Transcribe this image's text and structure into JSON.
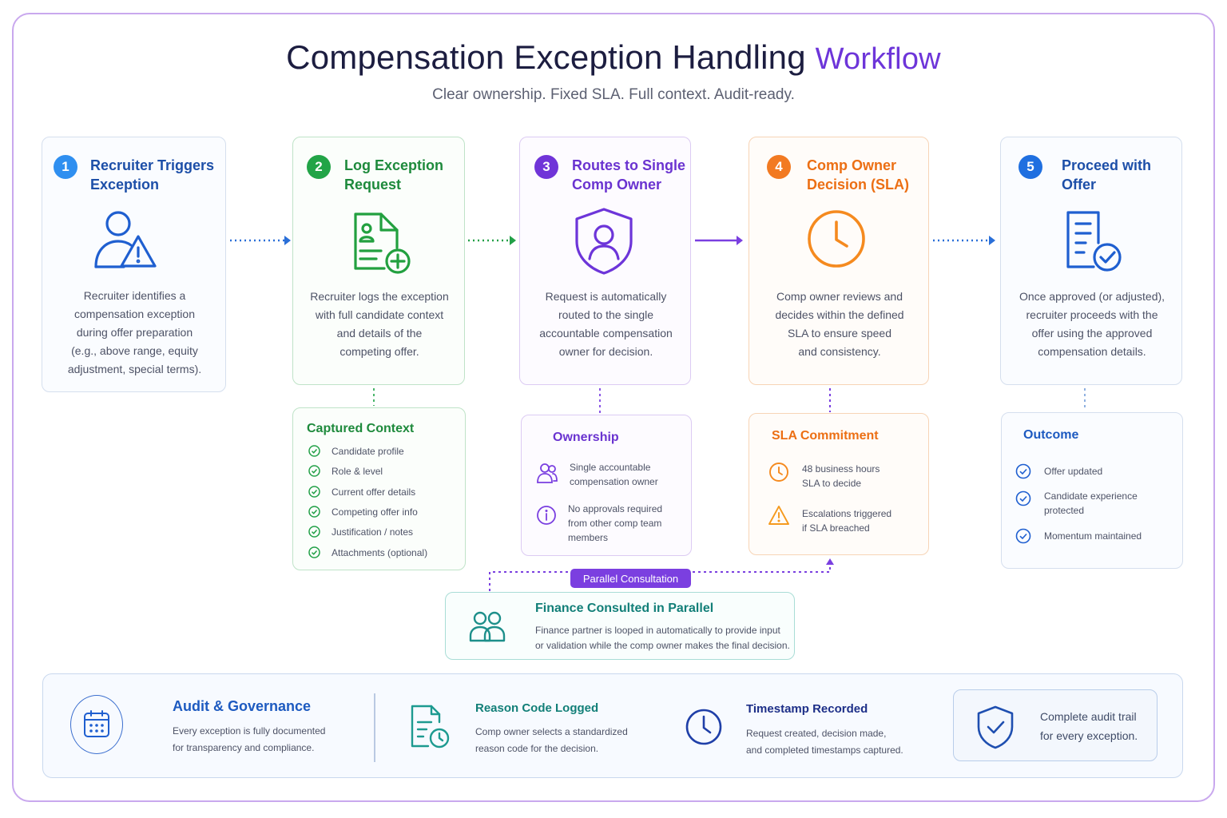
{
  "header": {
    "title_main": "Compensation Exception Handling",
    "title_accent": "Workflow",
    "subtitle": "Clear ownership. Fixed SLA. Full context. Audit-ready."
  },
  "colors": {
    "blue": "#1f6fd6",
    "green": "#1e9a3e",
    "purple": "#6d35d9",
    "orange": "#f07a1e",
    "teal": "#1d8f8a",
    "navy": "#1d3a8a"
  },
  "steps": [
    {
      "number": "1",
      "title_line1": "Recruiter Triggers",
      "title_line2": "Exception",
      "icon": "user-warning-icon",
      "desc": [
        "Recruiter identifies a",
        "compensation exception",
        "during offer preparation",
        "(e.g., above range, equity",
        "adjustment, special terms)."
      ]
    },
    {
      "number": "2",
      "title_line1": "Log Exception",
      "title_line2": "Request",
      "icon": "document-add-icon",
      "desc": [
        "Recruiter logs the exception",
        "with full candidate context",
        "and details of the",
        "competing offer."
      ]
    },
    {
      "number": "3",
      "title_line1": "Routes to Single",
      "title_line2": "Comp Owner",
      "icon": "shield-user-icon",
      "desc": [
        "Request is automatically",
        "routed to the single",
        "accountable compensation",
        "owner for decision."
      ]
    },
    {
      "number": "4",
      "title_line1": "Comp Owner",
      "title_line2": "Decision (SLA)",
      "icon": "clock-icon",
      "desc": [
        "Comp owner reviews and",
        "decides within the defined",
        "SLA to ensure speed",
        "and consistency."
      ]
    },
    {
      "number": "5",
      "title_line1": "Proceed with",
      "title_line2": "Offer",
      "icon": "document-check-icon",
      "desc": [
        "Once approved (or adjusted),",
        "recruiter proceeds with the",
        "offer using the approved",
        "compensation details."
      ]
    }
  ],
  "captured_context": {
    "title": "Captured Context",
    "items": [
      "Candidate profile",
      "Role & level",
      "Current offer details",
      "Competing offer info",
      "Justification / notes",
      "Attachments (optional)"
    ]
  },
  "ownership": {
    "title": "Ownership",
    "items": [
      {
        "icon": "users-icon",
        "line1": "Single accountable",
        "line2": "compensation owner",
        "line3": ""
      },
      {
        "icon": "info-icon",
        "line1": "No approvals required",
        "line2": "from other comp team",
        "line3": "members"
      }
    ]
  },
  "sla": {
    "title": "SLA Commitment",
    "items": [
      {
        "icon": "clock-icon",
        "line1": "48 business hours",
        "line2": "SLA to decide"
      },
      {
        "icon": "warning-icon",
        "line1": "Escalations triggered",
        "line2": "if SLA breached"
      }
    ]
  },
  "outcome": {
    "title": "Outcome",
    "items": [
      {
        "line1": "Offer updated",
        "line2": ""
      },
      {
        "line1": "Candidate experience",
        "line2": "protected"
      },
      {
        "line1": "Momentum maintained",
        "line2": ""
      }
    ]
  },
  "parallel": {
    "pill": "Parallel Consultation",
    "title": "Finance Consulted in Parallel",
    "desc_line1": "Finance partner is looped in automatically to provide input",
    "desc_line2": "or validation while the comp owner makes the final decision."
  },
  "audit": {
    "title": "Audit & Governance",
    "desc_line1": "Every exception is fully documented",
    "desc_line2": "for transparency and compliance.",
    "items": [
      {
        "icon": "document-clock-icon",
        "title": "Reason Code Logged",
        "line1": "Comp owner selects a standardized",
        "line2": "reason code for the decision."
      },
      {
        "icon": "clock-icon",
        "title": "Timestamp Recorded",
        "line1": "Request created, decision made,",
        "line2": "and completed timestamps captured."
      }
    ],
    "callout_line1": "Complete audit trail",
    "callout_line2": "for every exception."
  }
}
